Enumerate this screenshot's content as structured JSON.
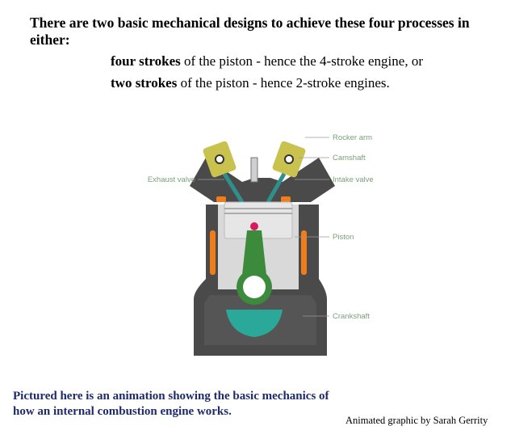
{
  "heading": "There are two basic mechanical designs to achieve these four processes in either:",
  "lines": [
    {
      "bold": "four strokes",
      "rest": " of the piston - hence the 4-stroke engine, or"
    },
    {
      "bold": "two strokes",
      "rest": " of the piston - hence 2-stroke engines."
    }
  ],
  "diagram": {
    "labels": {
      "rocker_arm": "Rocker arm",
      "camshaft": "Camshaft",
      "exhaust_valve": "Exhaust valve",
      "intake_valve": "Intake valve",
      "piston": "Piston",
      "crankshaft": "Crankshaft"
    },
    "colors": {
      "block": "#4a4a4a",
      "wall": "#d9d9d9",
      "cam": "#c9c24e",
      "valve": "#2f8f8a",
      "rod": "#3c8a3c",
      "coolant": "#f07c1a",
      "crank": "#2aa89a",
      "label": "#7a9f7a"
    }
  },
  "caption": "Pictured here is an animation showing  the basic mechanics of how an internal combustion engine works.",
  "credit": "Animated graphic by Sarah  Gerrity"
}
